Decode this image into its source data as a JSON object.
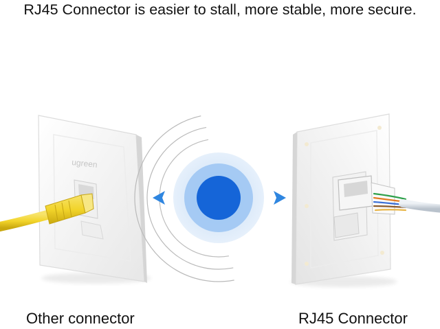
{
  "headline": "RJ45 Connector is easier to stall, more stable, more secure.",
  "left_plate": {
    "caption": "Other connector",
    "brand_mark": "ugreen",
    "cable_color": "#f2d42a"
  },
  "right_plate": {
    "caption": "RJ45 Connector"
  },
  "center_signal": {
    "core_color": "#1565d8",
    "glow_color": "#9ec6f3",
    "arrow_color": "#2f86e0"
  }
}
